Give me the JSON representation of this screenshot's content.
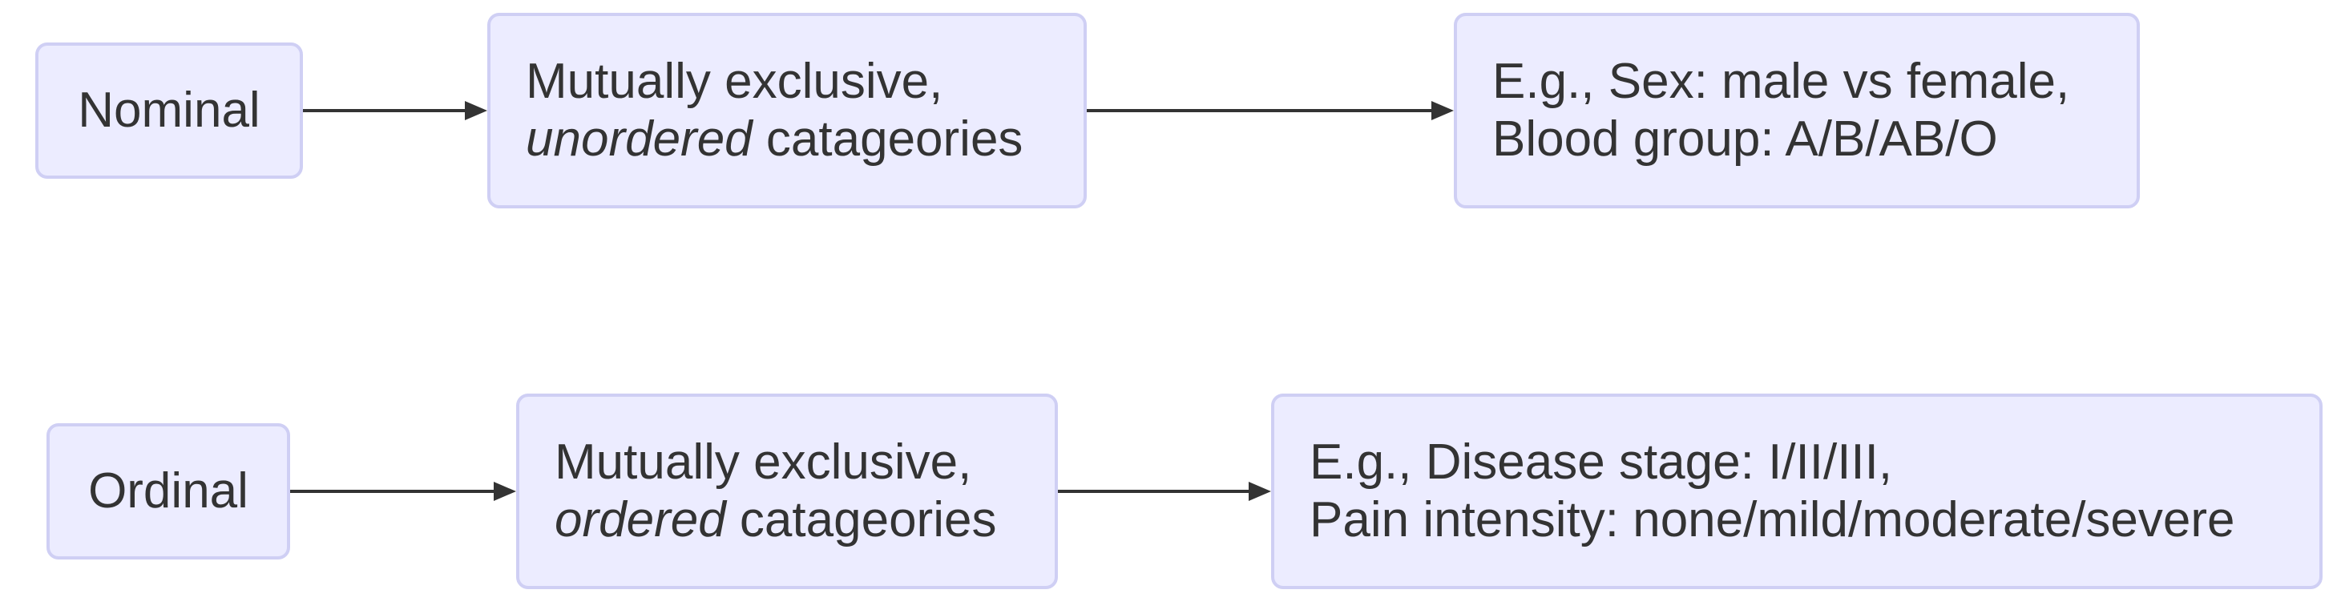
{
  "rows": [
    {
      "category": "Nominal",
      "definition": {
        "line1": "Mutually exclusive,",
        "emphasis": "unordered",
        "rest": " catageories"
      },
      "example": {
        "line1": "E.g., Sex: male vs female,",
        "line2": "Blood group: A/B/AB/O"
      }
    },
    {
      "category": "Ordinal",
      "definition": {
        "line1": "Mutually exclusive,",
        "emphasis": "ordered",
        "rest": " catageories"
      },
      "example": {
        "line1": "E.g., Disease stage: I/II/III,",
        "line2": "Pain intensity: none/mild/moderate/severe"
      }
    }
  ],
  "colors": {
    "node_fill": "#ececff",
    "node_border": "#cfcff4",
    "edge": "#333333",
    "text": "#333333"
  }
}
